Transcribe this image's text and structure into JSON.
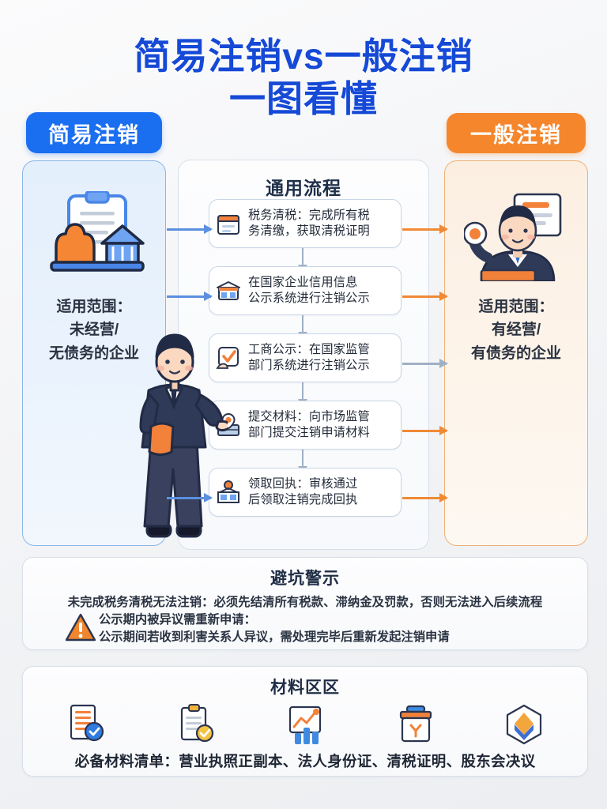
{
  "title": {
    "line1": "简易注销vs一般注销",
    "line2": "一图看懂",
    "color": "#1549d6"
  },
  "badges": {
    "left": {
      "label": "简易注销",
      "color": "#1a6ef0"
    },
    "right": {
      "label": "一般注销",
      "color": "#f5862c"
    }
  },
  "left_panel": {
    "scope_line1": "适用范围：",
    "scope_line2": "未经营/",
    "scope_line3": "无债务的企业",
    "bg_color": "#e8f1fb",
    "border_color": "#8ab6e8"
  },
  "right_panel": {
    "scope_line1": "适用范围：",
    "scope_line2": "有经营/",
    "scope_line3": "有债务的企业",
    "bg_color": "#fcefe2",
    "border_color": "#f0b176"
  },
  "flow": {
    "title": "通用流程",
    "steps": [
      {
        "icon": "tax-document-icon",
        "line1": "税务清税：完成所有税",
        "line2": "务清缴，获取清税证明"
      },
      {
        "icon": "government-building-icon",
        "line1": "在国家企业信用信息",
        "line2": "公示系统进行注销公示"
      },
      {
        "icon": "checkbox-approve-icon",
        "line1": "工商公示：在国家监管",
        "line2": "部门系统进行注销公示"
      },
      {
        "icon": "submit-folder-icon",
        "line1": "提交材料：向市场监管",
        "line2": "部门提交注销申请材料"
      },
      {
        "icon": "receipt-pickup-icon",
        "line1": "领取回执：审核通过",
        "line2": "后领取注销完成回执"
      }
    ]
  },
  "warning": {
    "title": "避坑警示",
    "line1": "未完成税务清税无法注销：必须先结清所有税款、滞纳金及罚款，否则无法进入后续流程",
    "line2": "公示期内被异议需重新申请：",
    "line3": "公示期间若收到利害关系人异议，需处理完毕后重新发起注销申请",
    "icon": "warning-triangle-icon",
    "icon_color": "#f0862e"
  },
  "materials": {
    "title": "材料区区",
    "icons": [
      "business-license-icon",
      "id-document-icon",
      "tax-clearance-chart-icon",
      "archive-box-icon",
      "resolution-diamond-icon"
    ],
    "list_text": "必备材料清单：营业执照正副本、法人身份证、清税证明、股东会决议"
  },
  "illustrations": {
    "left_icon": "clipboard-bank-stamp-icon",
    "center_figure": "businessman-pointing-figure",
    "right_figure": "businessman-with-stamp-figure"
  }
}
